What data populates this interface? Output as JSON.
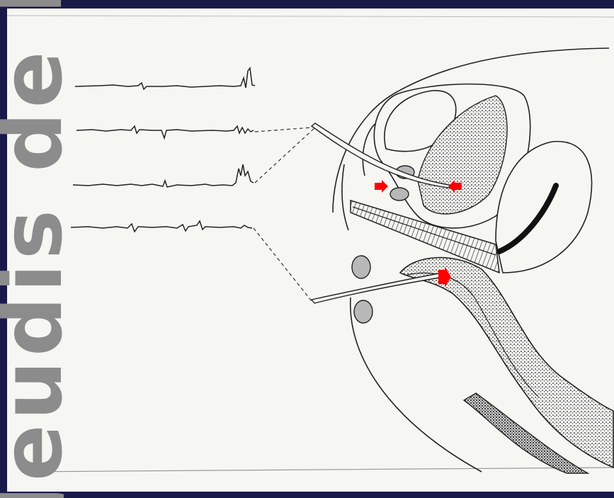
{
  "watermark": {
    "text": "Jeudis de l"
  },
  "figure": {
    "traces_count": 4,
    "arrows_count": 3,
    "colors": {
      "frame": "#1a1a4a",
      "paper": "#f6f6f3",
      "ink": "#1c1c1c",
      "arrow": "#ff0000",
      "watermark": "#8c8c8c"
    }
  }
}
